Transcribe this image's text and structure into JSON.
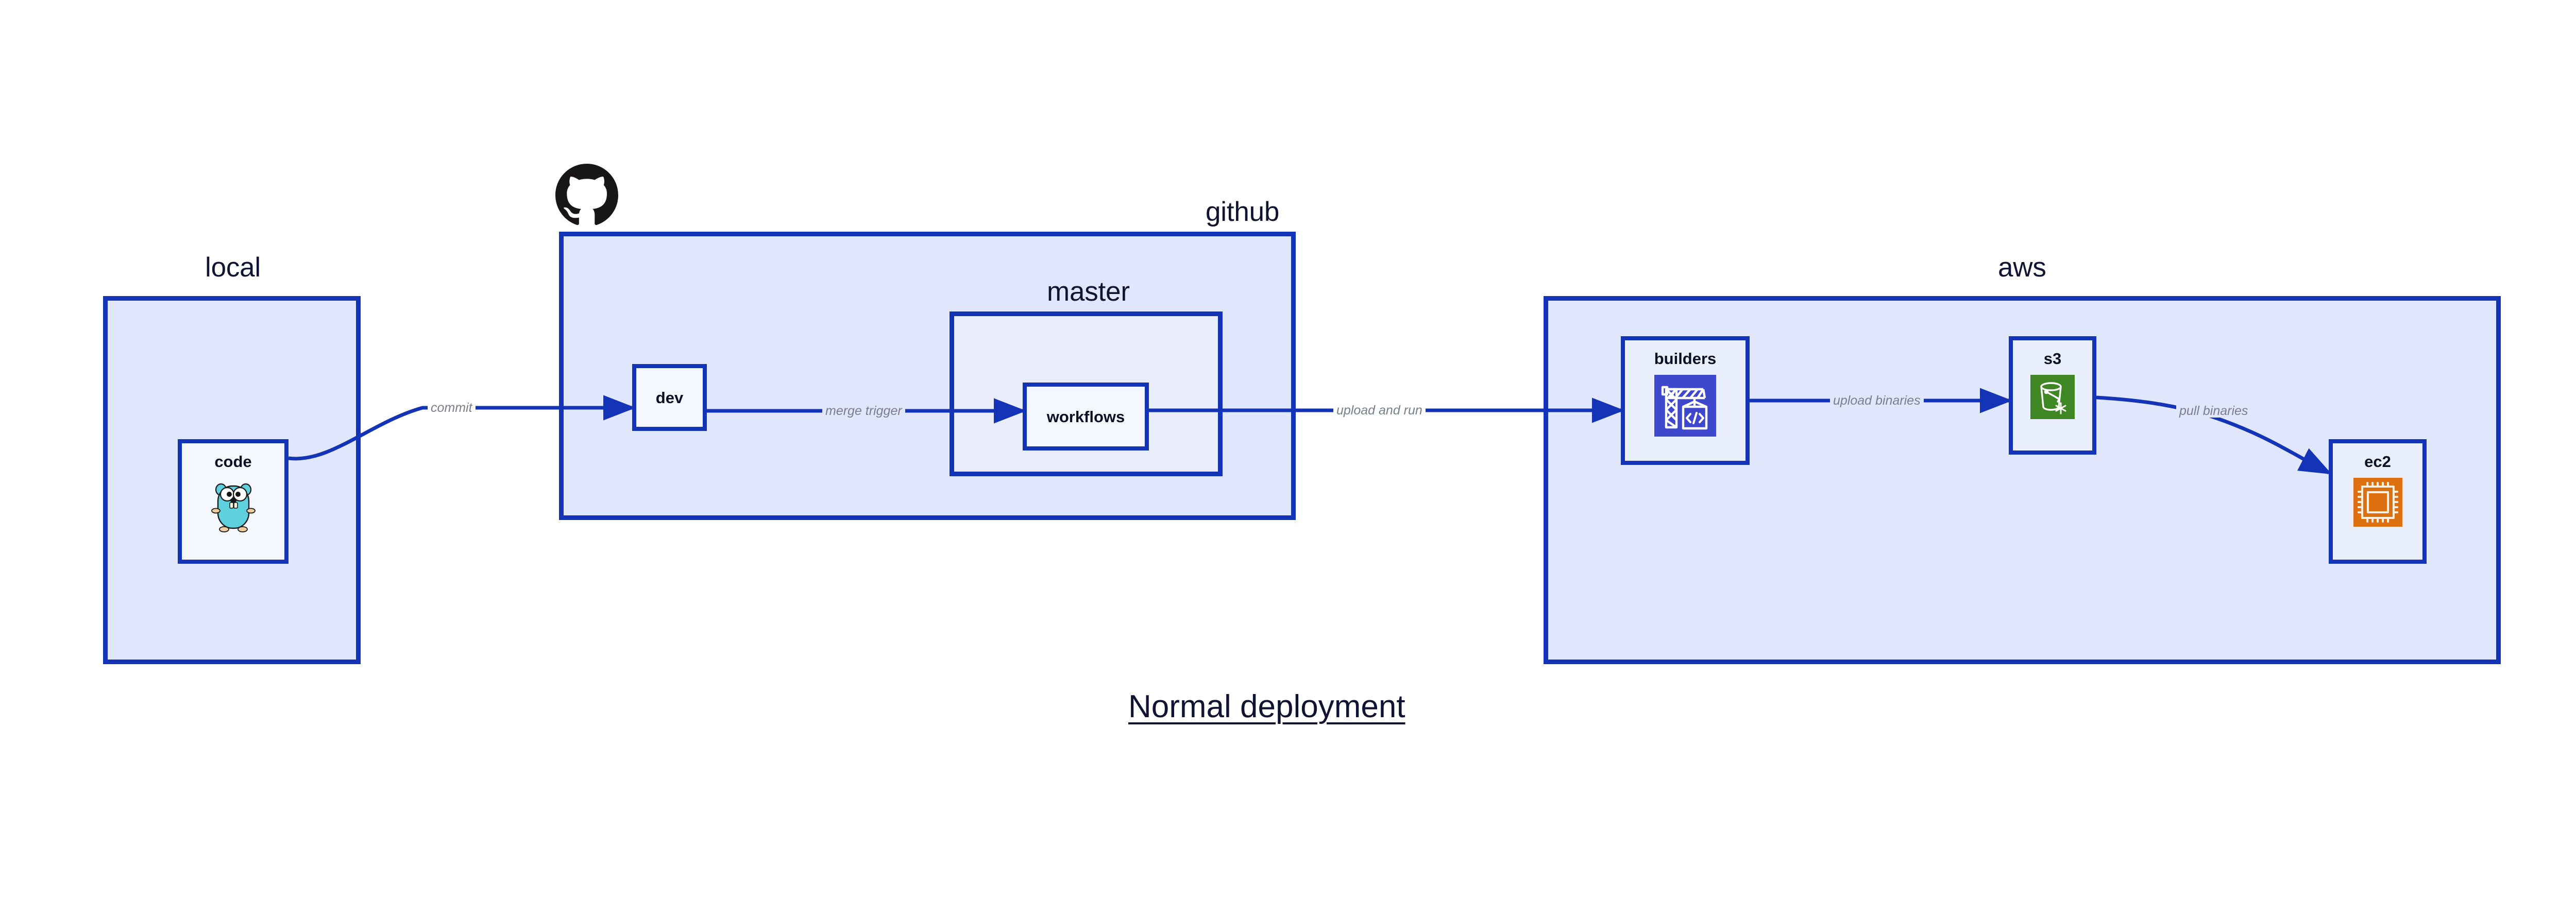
{
  "title": "Normal deployment",
  "colors": {
    "zone_border": "#1434b8",
    "zone_fill": "#e0e6fb",
    "zone_fill_light": "#e9edfb",
    "node_fill": "#eaeffc",
    "node_fill_lightest": "#f5f7fe",
    "arrow": "#1434b8",
    "edge_label_text": "#7b7f8c",
    "heading_text": "#101432",
    "codebuild_icon": "#3f48cc",
    "s3_icon": "#3f8624",
    "ec2_icon": "#dd7112",
    "gopher_body": "#5fd0dd",
    "github_logo": "#181616"
  },
  "zones": [
    {
      "id": "local",
      "label": "local"
    },
    {
      "id": "github",
      "label": "github"
    },
    {
      "id": "master",
      "label": "master"
    },
    {
      "id": "aws",
      "label": "aws"
    }
  ],
  "nodes": [
    {
      "id": "code",
      "label": "code",
      "icon": "go-gopher-icon"
    },
    {
      "id": "dev",
      "label": "dev",
      "icon": null
    },
    {
      "id": "workflows",
      "label": "workflows",
      "icon": null
    },
    {
      "id": "builders",
      "label": "builders",
      "icon": "aws-codebuild-icon"
    },
    {
      "id": "s3",
      "label": "s3",
      "icon": "aws-s3-icon"
    },
    {
      "id": "ec2",
      "label": "ec2",
      "icon": "aws-ec2-icon"
    }
  ],
  "edges": [
    {
      "id": "commit",
      "label": "commit",
      "from": "code",
      "to": "dev"
    },
    {
      "id": "merge-trigger",
      "label": "merge trigger",
      "from": "dev",
      "to": "workflows"
    },
    {
      "id": "upload-and-run",
      "label": "upload and run",
      "from": "workflows",
      "to": "builders"
    },
    {
      "id": "upload-binaries",
      "label": "upload binaries",
      "from": "builders",
      "to": "s3"
    },
    {
      "id": "pull-binaries",
      "label": "pull binaries",
      "from": "s3",
      "to": "ec2"
    }
  ],
  "logos": [
    {
      "id": "github-logo",
      "name": "github-octocat-logo"
    }
  ]
}
